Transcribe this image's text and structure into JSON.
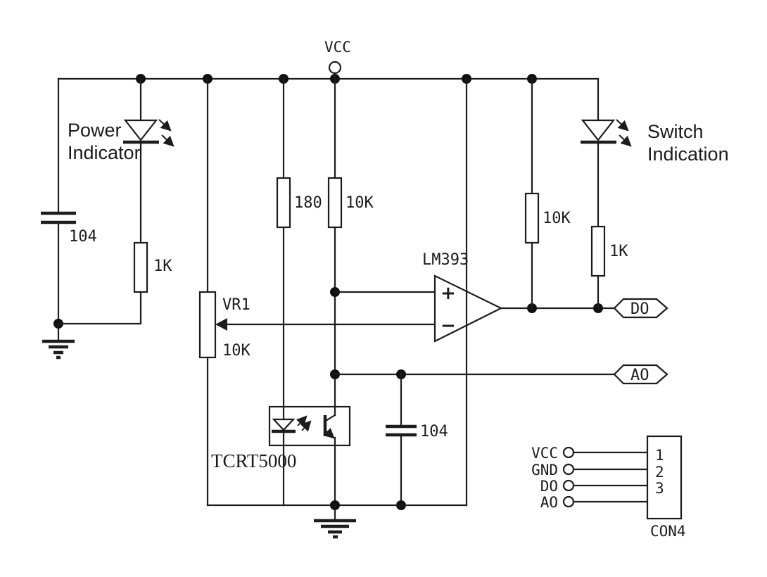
{
  "colors": {
    "background": "#ffffff",
    "line": "#1c1c1c"
  },
  "labels": {
    "vcc": "VCC",
    "power_indicator": [
      "Power",
      "Indicator"
    ],
    "switch_indication": [
      "Switch",
      "Indication"
    ],
    "lm393": "LM393",
    "tcrt5000": "TCRT5000",
    "vr1_name": "VR1",
    "vr1_value": "10K",
    "op_plus": "+",
    "op_minus": "−"
  },
  "components": {
    "cap_left": "104",
    "res_power_led": "1K",
    "res_ir_led": "180",
    "res_pullup": "10K",
    "res_do_pullup": "10K",
    "res_switch_led": "1K",
    "cap_ao": "104"
  },
  "outputs": {
    "do_label": "DO",
    "ao_label": "AO"
  },
  "connector": {
    "name": "CON4",
    "pins": [
      "1",
      "2",
      "3"
    ],
    "signals": [
      "VCC",
      "GND",
      "DO",
      "AO"
    ]
  }
}
